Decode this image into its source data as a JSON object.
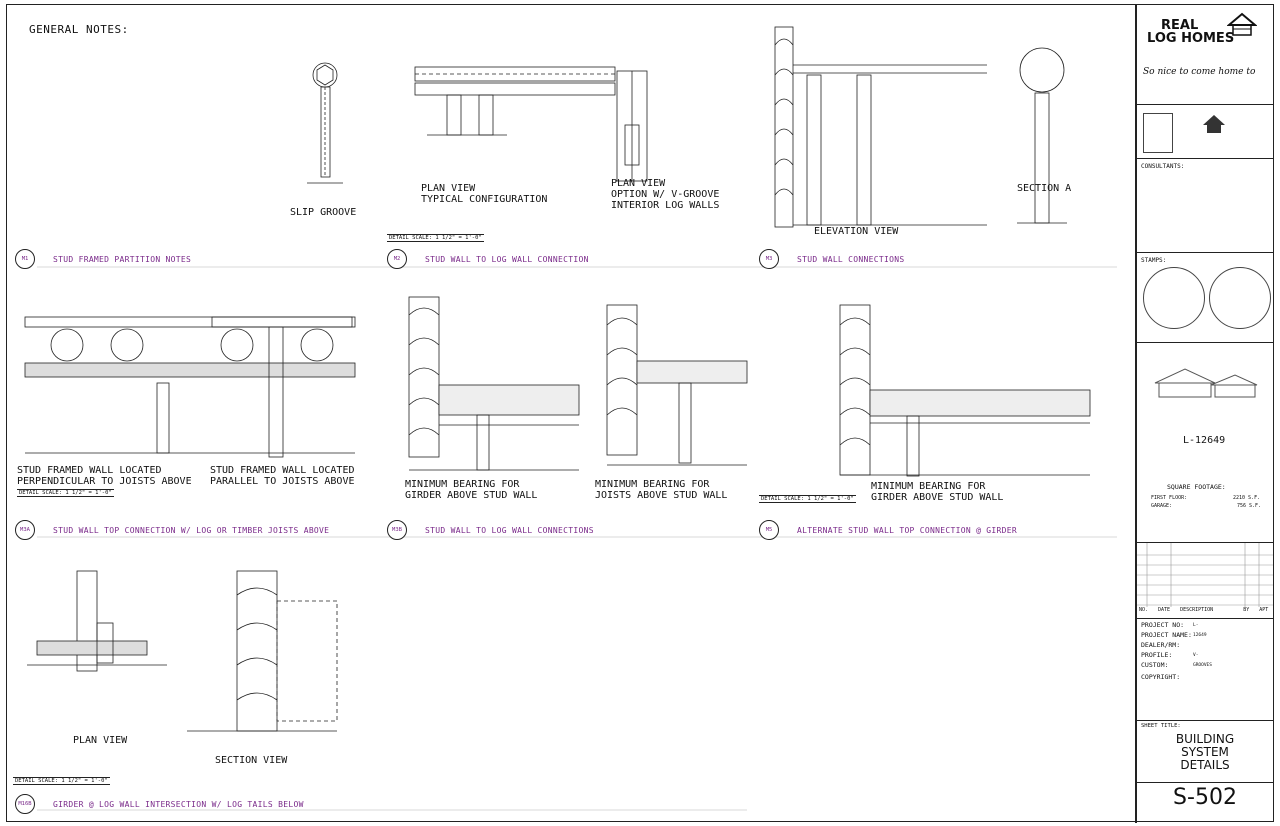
{
  "notes": {
    "title": "GENERAL NOTES:",
    "items": [],
    "box": ""
  },
  "captions": {
    "slip_groove": "SLIP GROOVE",
    "plan_typical": "PLAN VIEW\nTYPICAL CONFIGURATION",
    "plan_option": "PLAN VIEW\nOPTION W/ V-GROOVE\nINTERIOR LOG WALLS",
    "elevation": "ELEVATION VIEW",
    "section_a": "SECTION A",
    "perp": "STUD FRAMED WALL LOCATED\nPERPENDICULAR TO JOISTS ABOVE",
    "parallel": "STUD FRAMED WALL LOCATED\nPARALLEL TO JOISTS ABOVE",
    "min_girder": "MINIMUM BEARING FOR\nGIRDER ABOVE STUD WALL",
    "min_joists": "MINIMUM BEARING FOR\nJOISTS ABOVE STUD WALL",
    "min_girder2": "MINIMUM BEARING FOR\nGIRDER ABOVE STUD WALL",
    "plan_view": "PLAN VIEW",
    "section_view": "SECTION VIEW"
  },
  "details": [
    {
      "id": "M1",
      "title": "STUD FRAMED PARTITION NOTES"
    },
    {
      "id": "M2",
      "title": "STUD WALL TO LOG WALL CONNECTION"
    },
    {
      "id": "M3",
      "title": "STUD WALL CONNECTIONS"
    },
    {
      "id": "M3A",
      "title": "STUD WALL TOP CONNECTION W/ LOG OR TIMBER JOISTS ABOVE"
    },
    {
      "id": "M3B",
      "title": "STUD WALL TO LOG WALL CONNECTIONS"
    },
    {
      "id": "M5",
      "title": "ALTERNATE STUD WALL TOP CONNECTION @ GIRDER"
    },
    {
      "id": "M16B",
      "title": "GIRDER @ LOG WALL INTERSECTION W/ LOG TAILS BELOW"
    }
  ],
  "scales": {
    "m2": "DETAIL SCALE: 1 1/2\" = 1'-0\"",
    "m3a": "DETAIL SCALE: 1 1/2\" = 1'-0\"",
    "m5": "DETAIL SCALE: 1 1/2\" = 1'-0\"",
    "m16b": "DETAIL SCALE: 1 1/2\" = 1'-0\""
  },
  "boxes": {
    "contours": "",
    "see_h1": ""
  },
  "title_block": {
    "brand_line1": "REAL",
    "brand_line2": "LOG HOMES",
    "tagline": "So nice to come home to",
    "consultants": "CONSULTANTS:",
    "stamps": "STAMPS:",
    "plan_number": "L-12649",
    "square_footage_label": "SQUARE FOOTAGE:",
    "first_floor_label": "FIRST FLOOR:",
    "first_floor_value": "2210 S.F.",
    "garage_label": "GARAGE:",
    "garage_value": "756 S.F.",
    "rev_headers": [
      "NO.",
      "DATE",
      "DESCRIPTION",
      "BY",
      "APT"
    ],
    "revisions": [],
    "project_no_label": "PROJECT NO:",
    "project_no": "L-12649",
    "project_name_label": "PROJECT NAME:",
    "project_name": "",
    "dealer_label": "DEALER/RM:",
    "dealer": "",
    "profile_label": "PROFILE:",
    "profile": "V-GROOVES",
    "custom_label": "CUSTOM:",
    "copyright_label": "COPYRIGHT:",
    "sheet_title_label": "SHEET TITLE:",
    "sheet_title": "BUILDING\nSYSTEM\nDETAILS",
    "sheet_number": "S-502",
    "sheet_of": ""
  }
}
